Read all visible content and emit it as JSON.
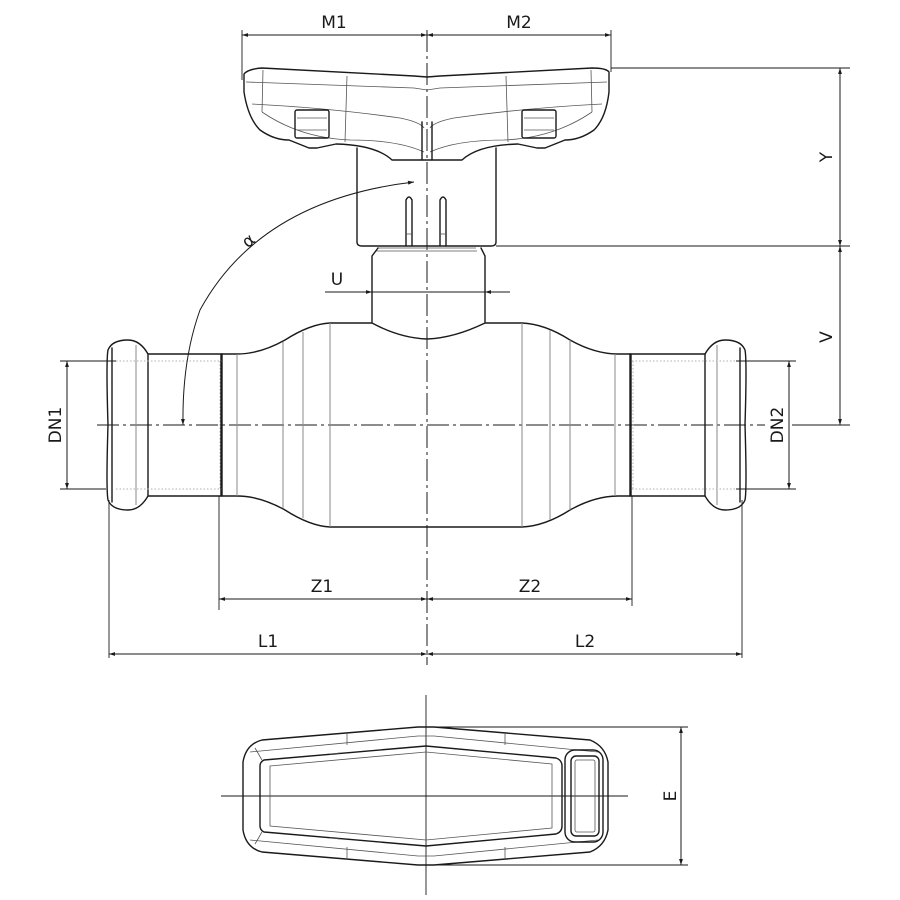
{
  "drawing": {
    "subject": "Press-fit ball valve with T-handle",
    "line_color": "#1a1a1a",
    "background": "#ffffff"
  },
  "dimensions": {
    "m1": "M1",
    "m2": "M2",
    "y": "Y",
    "v": "V",
    "u": "U",
    "alpha": "α",
    "dn1": "DN1",
    "dn2": "DN2",
    "z1": "Z1",
    "z2": "Z2",
    "l1": "L1",
    "l2": "L2",
    "e": "E"
  },
  "views": {
    "front": "front-elevation",
    "top": "handle-top-view"
  }
}
